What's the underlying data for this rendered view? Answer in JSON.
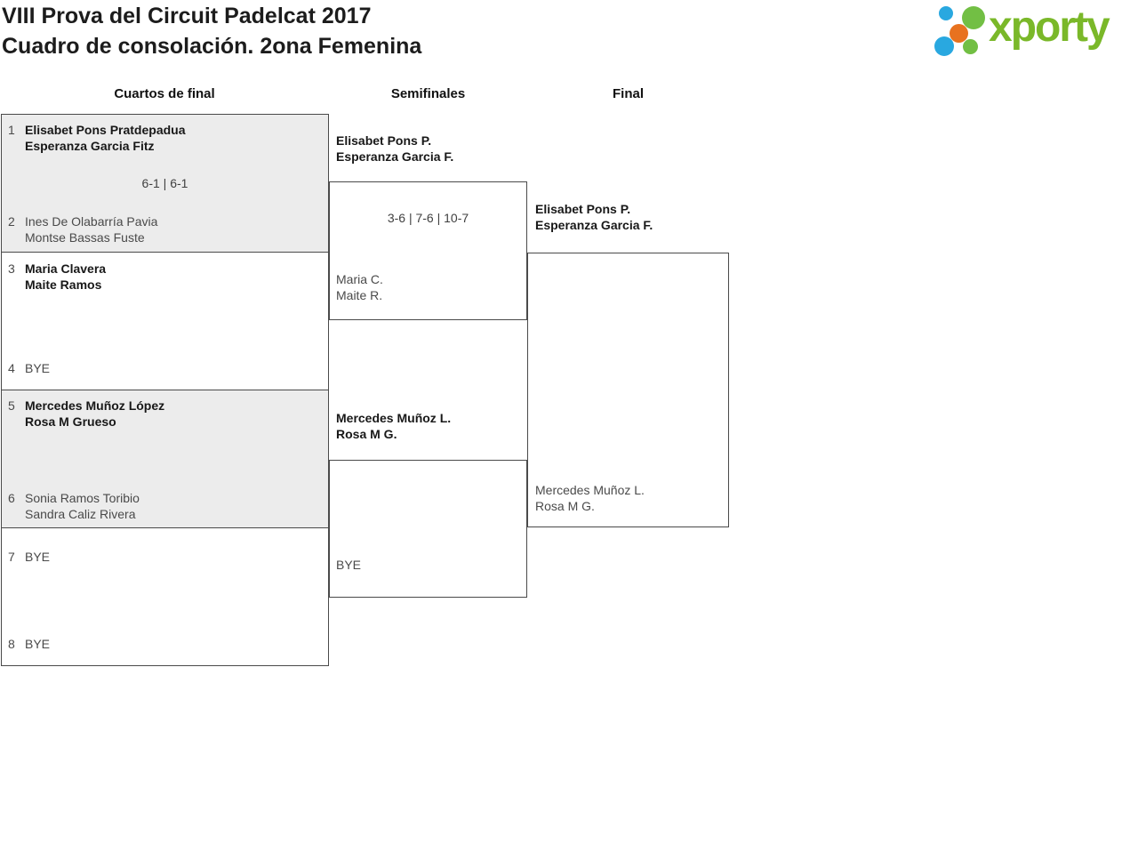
{
  "page_title": {
    "line1": "VIII Prova del Circuit Padelcat 2017",
    "line2": "Cuadro de consolación. 2ona Femenina"
  },
  "logo": {
    "brand": "xporty",
    "icon": "dots-cluster-icon",
    "colors": {
      "wordmark_green": "#7ab829",
      "dot_green": "#72bf44",
      "dot_blue": "#29a8e0",
      "dot_orange": "#e8721f"
    }
  },
  "round_headers": {
    "quarterfinals": "Cuartos de final",
    "semifinals": "Semifinales",
    "final": "Final"
  },
  "bracket": {
    "quarterfinals": [
      {
        "seed_top": "1",
        "top": [
          "Elisabet Pons Pratdepadua",
          "Esperanza Garcia Fitz"
        ],
        "score": "6-1 | 6-1",
        "seed_bottom": "2",
        "bottom": [
          "Ines De Olabarría Pavia",
          "Montse Bassas Fuste"
        ]
      },
      {
        "seed_top": "3",
        "top": [
          "Maria Clavera",
          "Maite Ramos"
        ],
        "seed_bottom": "4",
        "bottom": [
          "BYE"
        ]
      },
      {
        "seed_top": "5",
        "top": [
          "Mercedes Muñoz López",
          "Rosa M Grueso"
        ],
        "seed_bottom": "6",
        "bottom": [
          "Sonia Ramos Toribio",
          "Sandra Caliz Rivera"
        ]
      },
      {
        "seed_top": "7",
        "top": [
          "BYE"
        ],
        "seed_bottom": "8",
        "bottom": [
          "BYE"
        ]
      }
    ],
    "semifinals": [
      {
        "top": [
          "Elisabet Pons P.",
          "Esperanza Garcia F."
        ],
        "score": "3-6 | 7-6 | 10-7",
        "bottom": [
          "Maria C.",
          "Maite R."
        ]
      },
      {
        "top": [
          "Mercedes Muñoz L.",
          "Rosa M G."
        ],
        "bottom": [
          "BYE"
        ]
      }
    ],
    "final": {
      "top": [
        "Elisabet Pons P.",
        "Esperanza Garcia F."
      ],
      "bottom": [
        "Mercedes Muñoz L.",
        "Rosa M G."
      ]
    }
  },
  "colors": {
    "box_fill": "#ececec",
    "box_border": "#4a4a4a",
    "winner_text": "#181818",
    "secondary_text": "#4a4a4a"
  }
}
